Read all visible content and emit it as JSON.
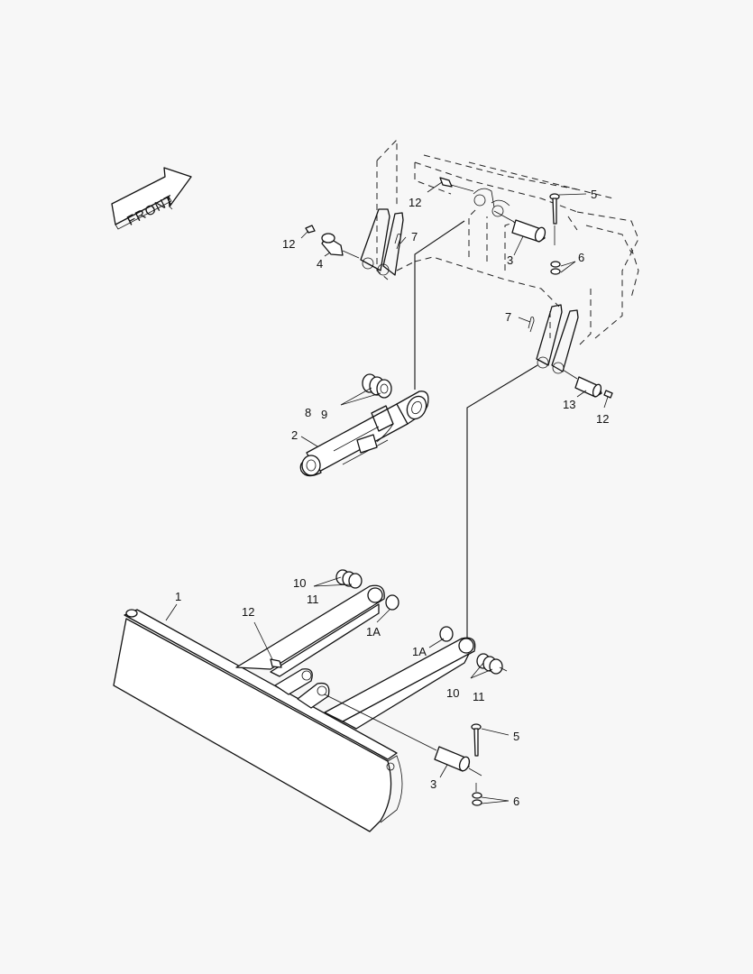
{
  "front_label": "FRONT",
  "callouts": {
    "c_5_top": "5",
    "c_12_top": "12",
    "c_12_left": "12",
    "c_7_top": "7",
    "c_4": "4",
    "c_3_top": "3",
    "c_6_top": "6",
    "c_7_mid": "7",
    "c_13": "13",
    "c_12_right": "12",
    "c_8": "8",
    "c_9": "9",
    "c_2": "2",
    "c_10_top": "10",
    "c_11_top": "11",
    "c_1": "1",
    "c_12_blade": "12",
    "c_1A_left": "1A",
    "c_1A_right": "1A",
    "c_10_bottom": "10",
    "c_11_bottom": "11",
    "c_5_bottom": "5",
    "c_3_bottom": "3",
    "c_6_bottom": "6"
  }
}
